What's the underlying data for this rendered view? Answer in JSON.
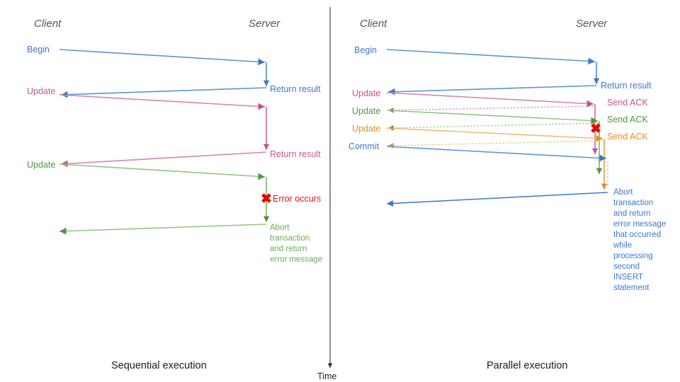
{
  "figure": {
    "background": "#ffffff",
    "divider_color": "#333333"
  },
  "colors": {
    "blue": "#3c78c8",
    "blue_light": "#7fb0e0",
    "pink": "#c4558c",
    "pink_light": "#dd9ec0",
    "green": "#4a9a3c",
    "green_light": "#93c684",
    "orange": "#e59020",
    "orange_light": "#f0bb6e",
    "red": "#ee0000",
    "gray_title": "#555555",
    "black": "#1a1a1a"
  },
  "left_panel": {
    "caption": "Sequential execution",
    "lanes": {
      "client": "Client",
      "server": "Server"
    },
    "client_messages": [
      {
        "label": "Begin",
        "color": "blue"
      },
      {
        "label": "Update",
        "color": "pink"
      },
      {
        "label": "Update",
        "color": "green"
      }
    ],
    "server_messages": [
      {
        "label": "Return result",
        "color": "blue"
      },
      {
        "label": "Return result",
        "color": "pink"
      }
    ],
    "error": {
      "mark": "✖",
      "label": "Error occurs"
    },
    "abort_block": [
      "Abort",
      "transaction",
      "and return",
      "error message"
    ]
  },
  "right_panel": {
    "caption": "Parallel execution",
    "lanes": {
      "client": "Client",
      "server": "Server"
    },
    "client_messages": [
      {
        "label": "Begin",
        "color": "blue"
      },
      {
        "label": "Update",
        "color": "pink"
      },
      {
        "label": "Update",
        "color": "green"
      },
      {
        "label": "Update",
        "color": "orange"
      },
      {
        "label": "Commit",
        "color": "blue"
      }
    ],
    "server_messages": [
      {
        "label": "Return result",
        "color": "blue"
      },
      {
        "label": "Send ACK",
        "color": "pink"
      },
      {
        "label": "Send ACK",
        "color": "green"
      },
      {
        "label": "Send ACK",
        "color": "orange"
      }
    ],
    "error": {
      "mark": "✖"
    },
    "abort_block": [
      "Abort",
      "transaction",
      "and return",
      "error message",
      "that occurred",
      "while",
      "processing",
      "second",
      "INSERT",
      "statement"
    ]
  },
  "time_axis": {
    "label": "Time"
  }
}
